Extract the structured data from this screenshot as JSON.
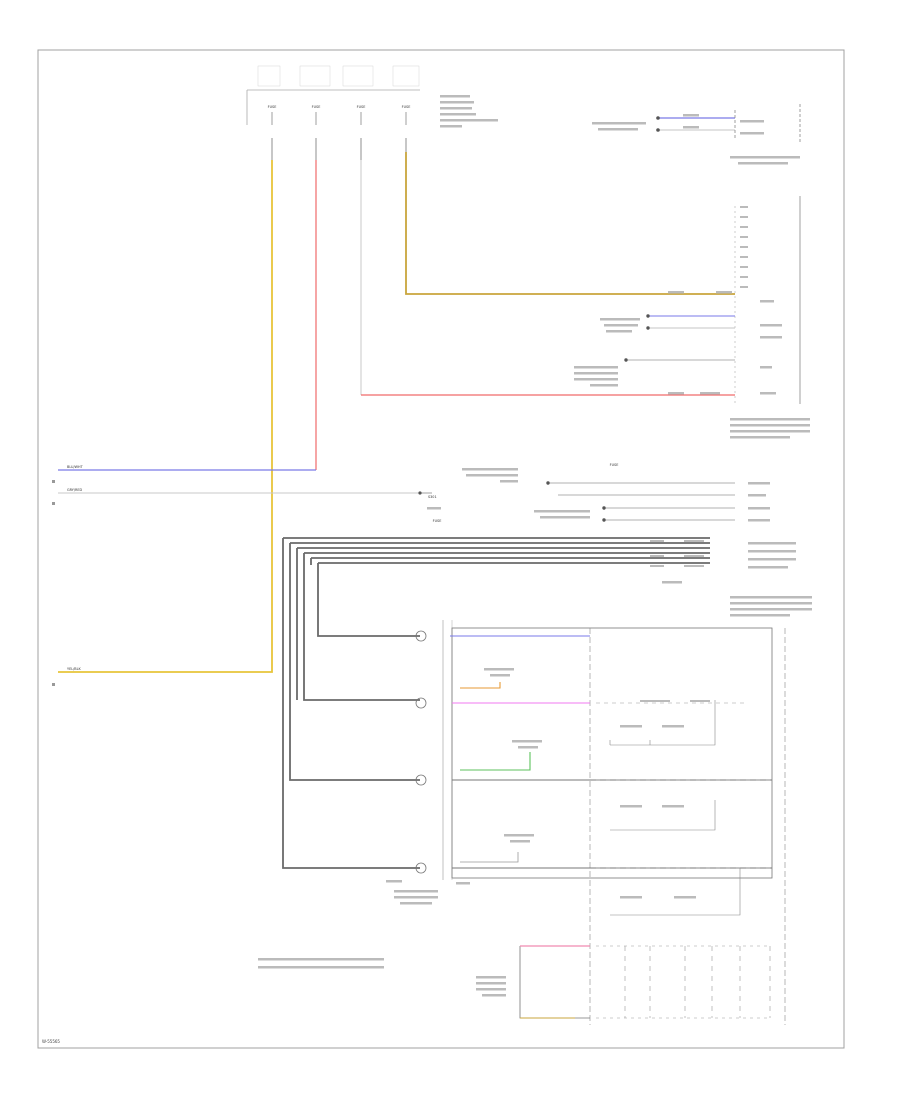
{
  "colors": {
    "frame": "#9a9a9a",
    "wire_black": "#6e6e6e",
    "yellow": "#e8c53a",
    "red": "#f06a6a",
    "blue": "#7a7ae8",
    "gray": "#b8b8b8",
    "olive": "#c9a53c",
    "orange": "#e79a35",
    "magenta": "#f27af0",
    "green": "#5cc25c",
    "pink": "#f08ab0"
  },
  "page": {
    "figure_id": "W-55565"
  },
  "top_fuses": [
    {
      "label": "FUSE",
      "wire_color": "yellow"
    },
    {
      "label": "FUSE",
      "wire_color": "red"
    },
    {
      "label": "FUSE",
      "wire_color": "gray"
    },
    {
      "label": "FUSE",
      "wire_color": "olive"
    }
  ],
  "left_feeds": [
    {
      "label": "BLU/WHT",
      "wire_color": "blue"
    },
    {
      "label": "GRY/RED",
      "wire_color": "gray"
    },
    {
      "label": "YEL/BLK",
      "wire_color": "yellow"
    }
  ],
  "middle_labels": {
    "fuse_block_top": "FUSE",
    "fuse_block_bottom": "FUSE",
    "splice": "S301"
  }
}
